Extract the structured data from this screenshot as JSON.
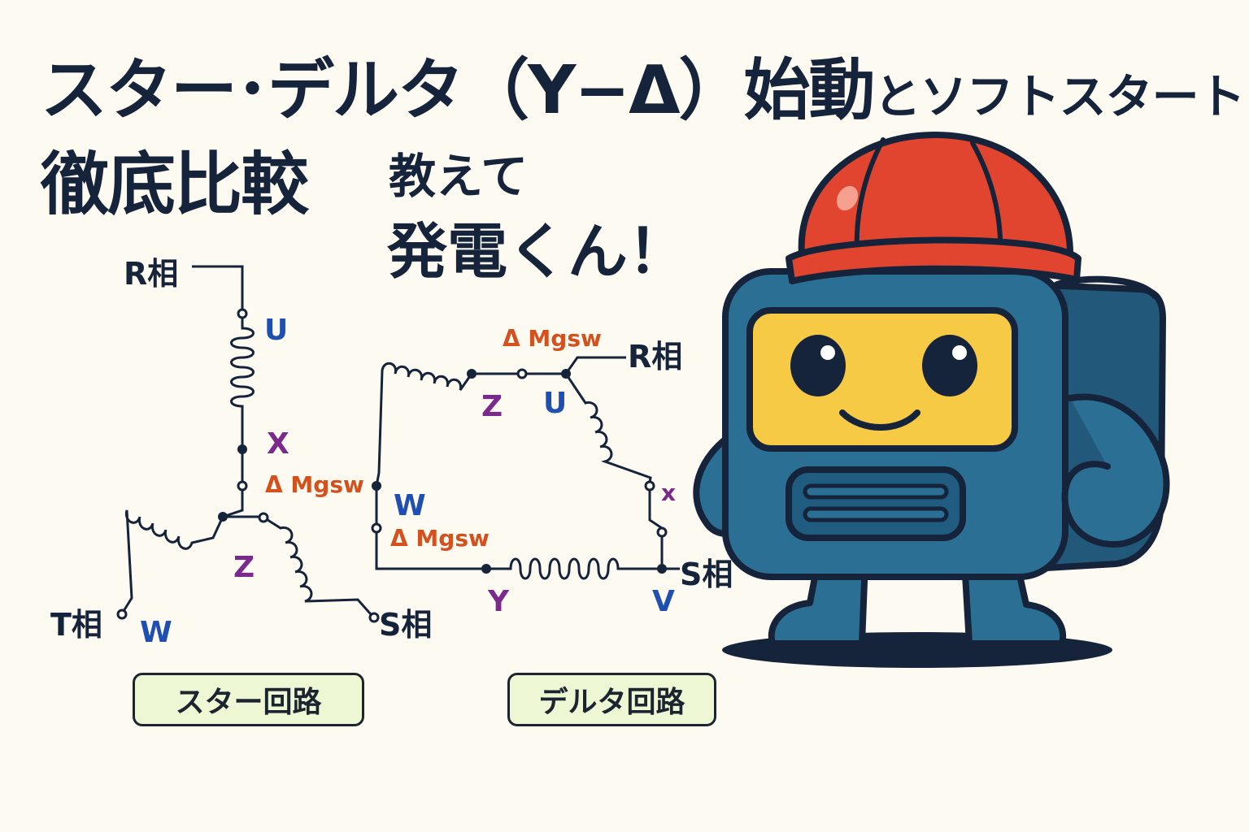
{
  "title": {
    "line1_main": "スター･デルタ（Y−Δ）始動",
    "line1_small": "とソフトスタート",
    "line2": "徹底比較"
  },
  "subtitle": {
    "line1": "教えて",
    "line2": "発電くん！"
  },
  "star_circuit": {
    "caption": "スター回路",
    "phase_r": "R相",
    "phase_s": "S相",
    "phase_t": "T相",
    "label_u": "U",
    "label_x": "X",
    "label_z": "Z",
    "label_w": "W",
    "mgsw": "Δ Mgsw"
  },
  "delta_circuit": {
    "caption": "デルタ回路",
    "phase_r": "R相",
    "phase_s": "S相",
    "label_u": "U",
    "label_z": "Z",
    "label_w": "W",
    "label_x": "x",
    "label_y": "Y",
    "label_v": "V",
    "mgsw_top": "Δ Mgsw",
    "mgsw_left": "Δ Mgsw"
  },
  "colors": {
    "navy": "#15243a",
    "blue_label": "#1f4fb0",
    "purple_label": "#7a2a8c",
    "orange_label": "#d4501c",
    "helmet_red": "#e2452f",
    "body_blue": "#2b6f95",
    "face_yellow": "#f7ca45",
    "caption_fill": "#eef7d4"
  },
  "icons": [
    "generator-mascot-icon",
    "hard-hat-icon"
  ]
}
